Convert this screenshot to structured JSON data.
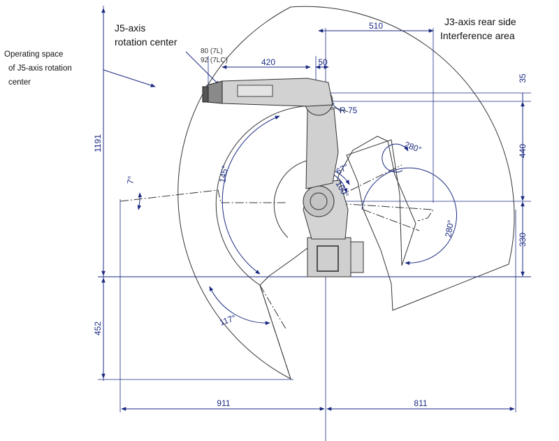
{
  "labels": {
    "j5_center_line1": "J5-axis",
    "j5_center_line2": "rotation center",
    "op_space_line1": "Operating space",
    "op_space_line2": "of J5-axis rotation",
    "op_space_line3": "center",
    "j3_rear_line1": "J3-axis rear side",
    "j3_rear_line2": "Interference area",
    "variant_7l": "80 (7L)",
    "variant_7lc": "92 (7LC)"
  },
  "dimensions": {
    "d510": "510",
    "d420": "420",
    "d50": "50",
    "d35": "35",
    "d440": "440",
    "d330": "330",
    "d1191": "1191",
    "d452": "452",
    "d911": "911",
    "d811": "811",
    "r75": "R 75"
  },
  "angles": {
    "a7": "7°",
    "a145": "145°",
    "a67": "67°",
    "a100": "100°",
    "a280_top": "280°",
    "a280_bottom": "280°",
    "a117": "117°"
  },
  "colors": {
    "dimension": "#1a2a80",
    "outline": "#222222",
    "robot_fill": "#bdbdbd",
    "robot_dark": "#4a4a4a"
  }
}
